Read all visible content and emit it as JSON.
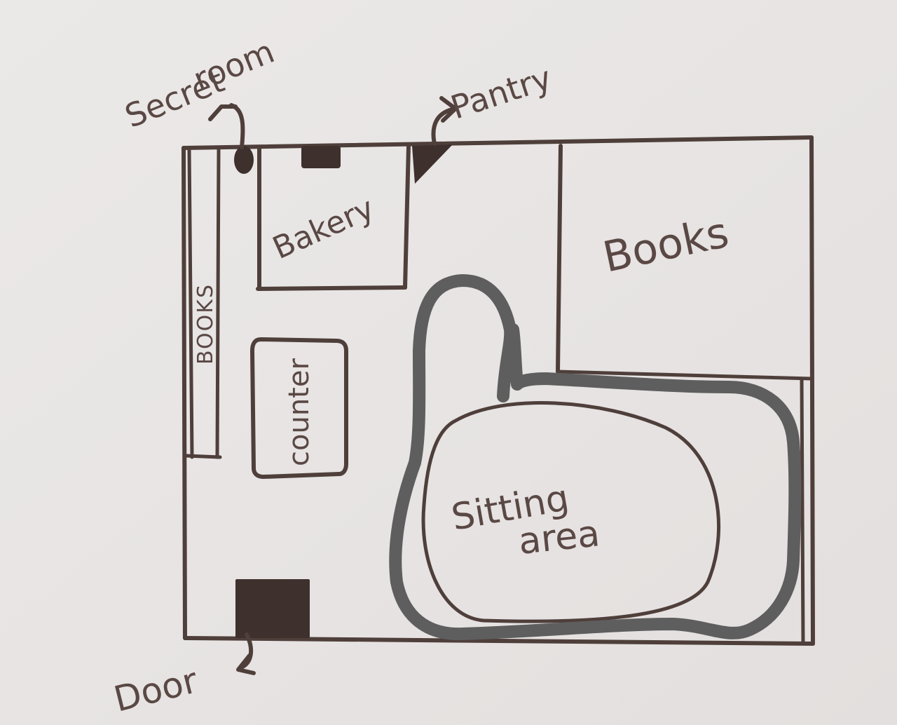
{
  "labels": {
    "secret_room_line1": "Secret",
    "secret_room_line2": "room",
    "pantry": "Pantry",
    "bakery": "Bakery",
    "books_left": "BOOKS",
    "books_right": "Books",
    "counter": "counter",
    "sitting_line1": "Sitting",
    "sitting_line2": "area",
    "door": "Door"
  },
  "colors": {
    "paper": "#e9e6e5",
    "ink": "#4f3f3b",
    "marker_outline": "#5e5e5e"
  },
  "icons": {
    "secret_room_marker": "arrow-up-left-icon",
    "pantry_marker": "arrow-up-right-icon",
    "door_marker": "arrow-down-left-icon"
  }
}
